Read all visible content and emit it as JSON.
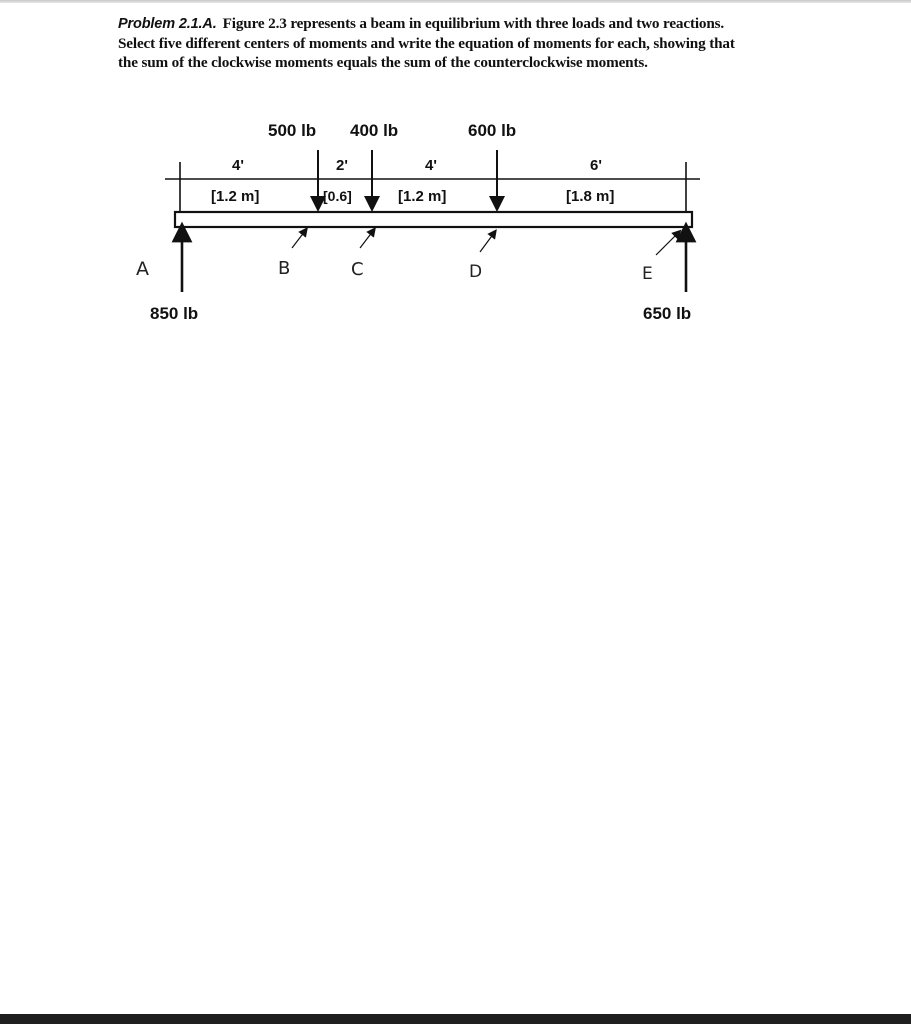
{
  "problem": {
    "label": "Problem 2.1.A.",
    "text": "Figure 2.3 represents a beam in equilibrium with three loads and two reactions. Select five different centers of moments and write the equation of moments for each, showing that the sum of the clockwise moments equals the sum of the counterclockwise moments."
  },
  "figure": {
    "loads": {
      "load1": "500 lb",
      "load2": "400 lb",
      "load3": "600 lb"
    },
    "spans": [
      {
        "feet": "4'",
        "meters": "[1.2 m]"
      },
      {
        "feet": "2'",
        "meters": "[0.6]"
      },
      {
        "feet": "4'",
        "meters": "[1.2 m]"
      },
      {
        "feet": "6'",
        "meters": "[1.8 m]"
      }
    ],
    "points": {
      "a": "A",
      "b": "B",
      "c": "C",
      "d": "D",
      "e": "E"
    },
    "reactions": {
      "left": "850 lb",
      "right": "650 lb"
    },
    "colors": {
      "ink": "#111111",
      "paper": "#ffffff"
    }
  }
}
